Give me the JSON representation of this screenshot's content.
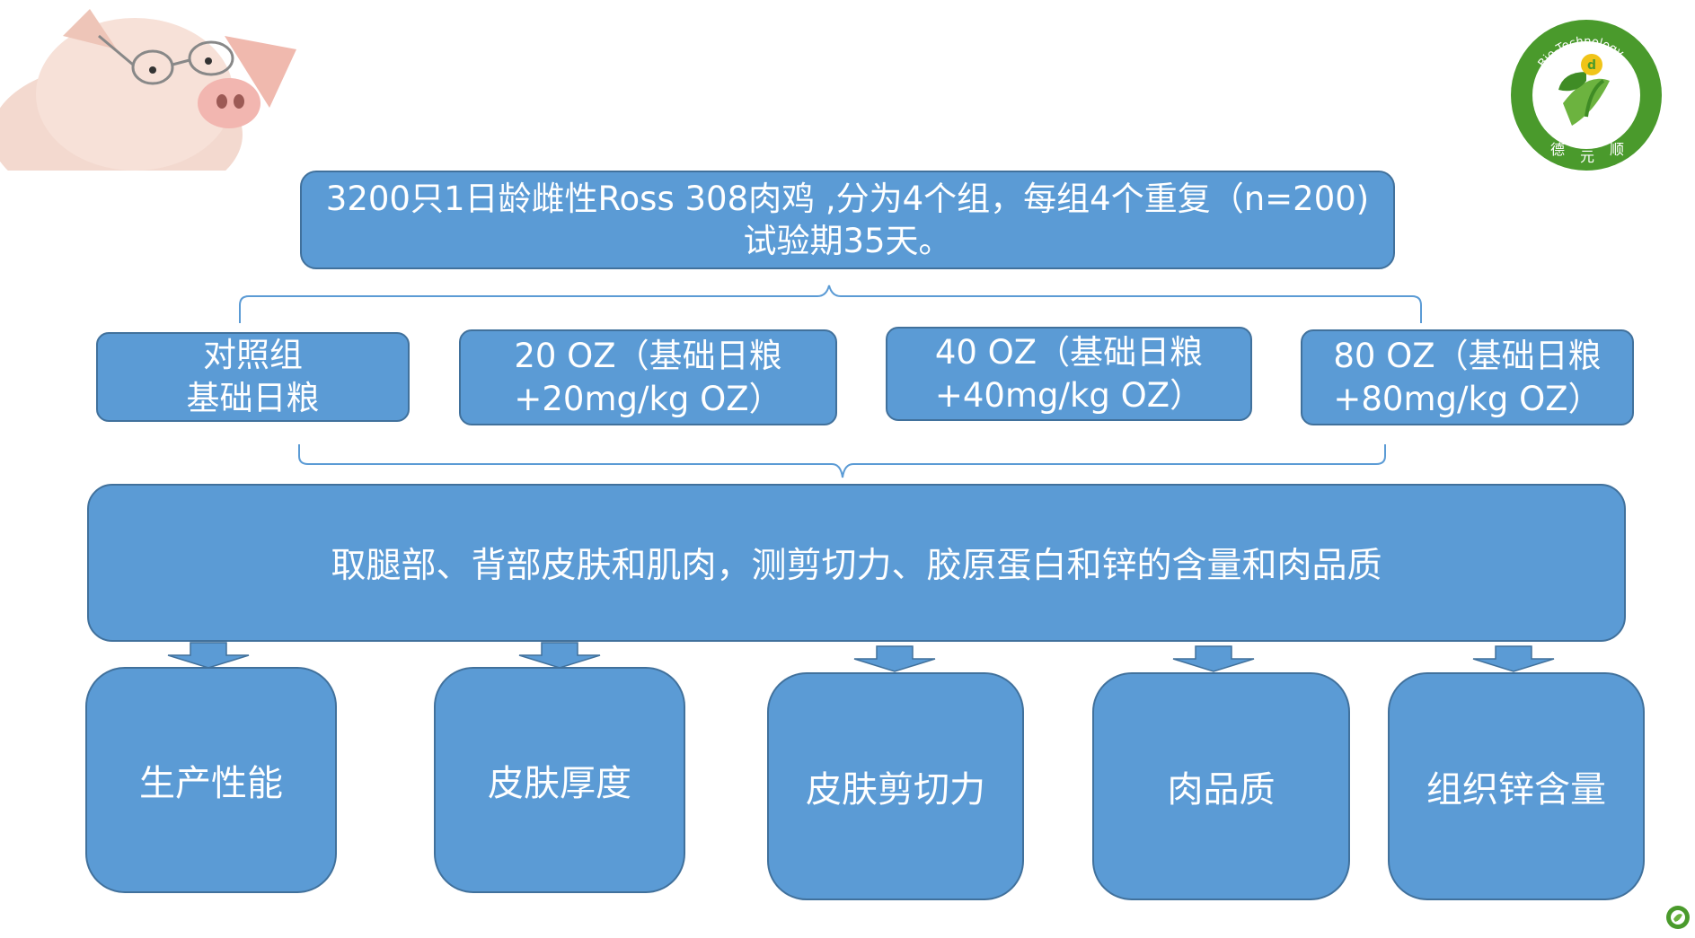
{
  "colors": {
    "box_fill": "#5b9bd5",
    "box_border": "#41719c",
    "text": "#ffffff",
    "connector": "#5b9bd5"
  },
  "header": {
    "line1": "3200只1日龄雌性Ross 308肉鸡 ,分为4个组，每组4个重复（n=200)",
    "line2": "试验期35天。"
  },
  "groups": [
    {
      "line1": "对照组",
      "line2": "基础日粮"
    },
    {
      "line1": "20 OZ（基础日粮",
      "line2": "+20mg/kg OZ）"
    },
    {
      "line1": "40 OZ（基础日粮",
      "line2": "+40mg/kg OZ）"
    },
    {
      "line1": "80 OZ（基础日粮",
      "line2": "+80mg/kg OZ）"
    }
  ],
  "sampling": {
    "text": "取腿部、背部皮肤和肌肉，测剪切力、胶原蛋白和锌的含量和肉品质"
  },
  "results": [
    {
      "label": "生产性能"
    },
    {
      "label": "皮肤厚度"
    },
    {
      "label": "皮肤剪切力"
    },
    {
      "label": "肉品质"
    },
    {
      "label": "组织锌含量"
    }
  ],
  "logo": {
    "arc_text": "Bio-Technology",
    "chars": [
      "德",
      "元",
      "顺"
    ],
    "letter": "d"
  }
}
